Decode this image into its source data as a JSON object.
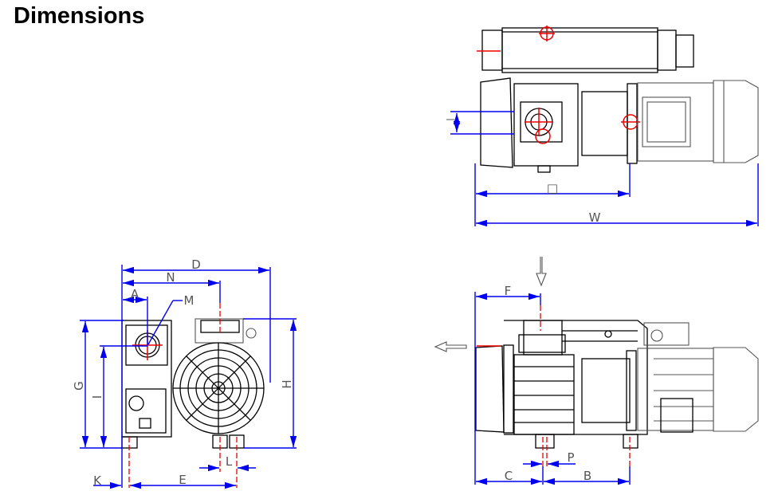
{
  "title": "Dimensions",
  "colors": {
    "dimension": "#0000ee",
    "centerline": "#ee0000",
    "outline": "#000000"
  },
  "labels": {
    "top_view": {
      "O": "□",
      "W": "W"
    },
    "end_view": {
      "D": "D",
      "N": "N",
      "A": "A",
      "M": "M",
      "G": "G",
      "I": "I",
      "H": "H",
      "K": "K",
      "E": "E",
      "L": "L"
    },
    "side_view": {
      "F": "F",
      "C": "C",
      "P": "P",
      "B": "B"
    }
  }
}
